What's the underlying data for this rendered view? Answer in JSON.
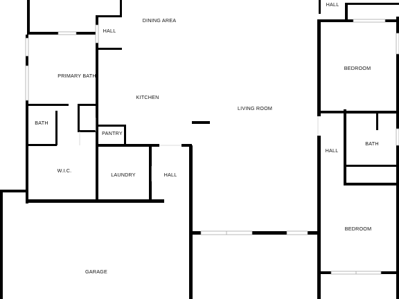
{
  "plan": {
    "wall_color": "#000000",
    "background_color": "#ffffff",
    "rooms": [
      {
        "id": "dining-area",
        "label": "DINING AREA"
      },
      {
        "id": "hall-top-left",
        "label": "HALL"
      },
      {
        "id": "hall-top-right",
        "label": "HALL"
      },
      {
        "id": "primary-bath",
        "label": "PRIMARY BATH"
      },
      {
        "id": "kitchen",
        "label": "KITCHEN"
      },
      {
        "id": "living-room",
        "label": "LIVING ROOM"
      },
      {
        "id": "bedroom-upper",
        "label": "BEDROOM"
      },
      {
        "id": "bath-left",
        "label": "BATH"
      },
      {
        "id": "bath-right",
        "label": "BATH"
      },
      {
        "id": "pantry",
        "label": "PANTRY"
      },
      {
        "id": "hall-right",
        "label": "HALL"
      },
      {
        "id": "wic",
        "label": "W.I.C."
      },
      {
        "id": "laundry",
        "label": "LAUNDRY"
      },
      {
        "id": "hall-center",
        "label": "HALL"
      },
      {
        "id": "bedroom-lower",
        "label": "BEDROOM"
      },
      {
        "id": "garage",
        "label": "GARAGE"
      }
    ]
  }
}
